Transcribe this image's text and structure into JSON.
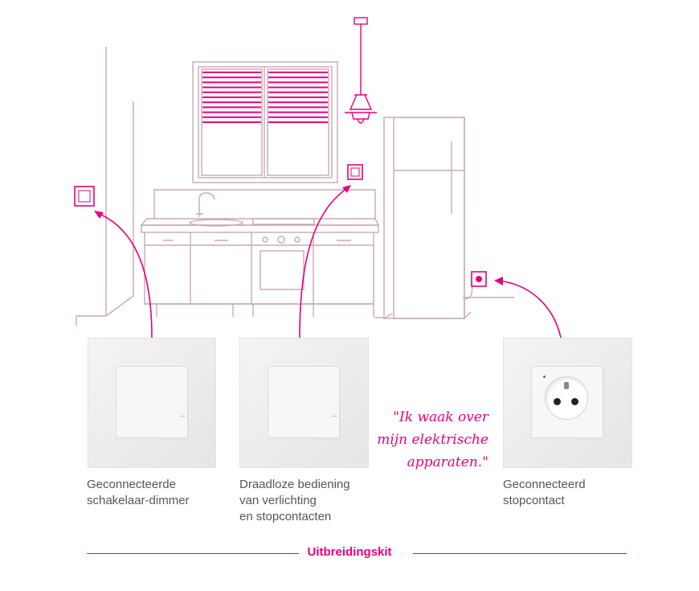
{
  "colors": {
    "accent": "#e6007e",
    "line": "#c9a9b6",
    "card": "#efefef",
    "caption": "#555555"
  },
  "products": [
    {
      "name": "dimmer-switch",
      "caption": [
        "Geconnecteerde",
        "schakelaar-dimmer"
      ]
    },
    {
      "name": "wireless-control",
      "caption": [
        "Draadloze bediening",
        "van verlichting",
        "en stopcontacten"
      ]
    },
    {
      "name": "socket",
      "caption": [
        "Geconnecteerd",
        "stopcontact"
      ]
    }
  ],
  "quote": [
    "\"Ik waak over",
    "mijn elektrische",
    "apparaten.\""
  ],
  "footer": {
    "title": "Uitbreidingskit"
  }
}
